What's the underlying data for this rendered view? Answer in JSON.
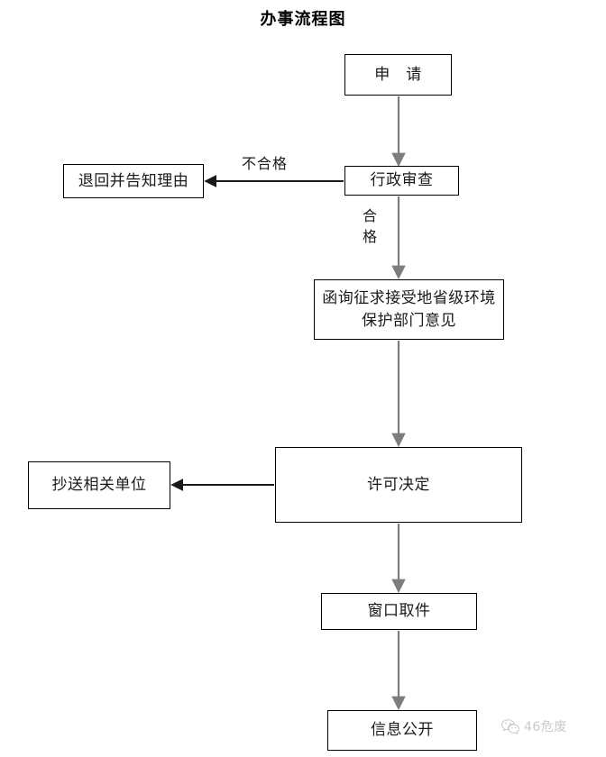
{
  "document": {
    "title": "办事流程图"
  },
  "flowchart": {
    "type": "flowchart",
    "orientation": "top-to-bottom",
    "nodes": [
      {
        "id": "apply",
        "label": "申　请",
        "shape": "rect"
      },
      {
        "id": "review",
        "label": "行政审查",
        "shape": "rect"
      },
      {
        "id": "return",
        "label": "退回并告知理由",
        "shape": "rect"
      },
      {
        "id": "consult",
        "label": "函询征求接受地省级环境保护部门意见",
        "shape": "rect"
      },
      {
        "id": "permit",
        "label": "许可决定",
        "shape": "rect"
      },
      {
        "id": "copy",
        "label": "抄送相关单位",
        "shape": "rect"
      },
      {
        "id": "window",
        "label": "窗口取件",
        "shape": "rect"
      },
      {
        "id": "publish",
        "label": "信息公开",
        "shape": "rect"
      }
    ],
    "edges": [
      {
        "from": "apply",
        "to": "review",
        "label": "",
        "direction": "down"
      },
      {
        "from": "review",
        "to": "return",
        "label": "不合格",
        "direction": "left"
      },
      {
        "from": "review",
        "to": "consult",
        "label": "合格",
        "direction": "down"
      },
      {
        "from": "consult",
        "to": "permit",
        "label": "",
        "direction": "down"
      },
      {
        "from": "permit",
        "to": "copy",
        "label": "",
        "direction": "left"
      },
      {
        "from": "permit",
        "to": "window",
        "label": "",
        "direction": "down"
      },
      {
        "from": "window",
        "to": "publish",
        "label": "",
        "direction": "down"
      }
    ],
    "edge_labels": {
      "fail": "不合格",
      "pass": "合格"
    },
    "colors": {
      "node_border": "#000000",
      "node_fill": "#ffffff",
      "text": "#1a1a1a",
      "arrow_gray": "#808080",
      "arrow_black": "#000000",
      "watermark": "#c9c9c9"
    }
  },
  "watermark": {
    "icon": "wechat-icon",
    "text": "46危废"
  }
}
